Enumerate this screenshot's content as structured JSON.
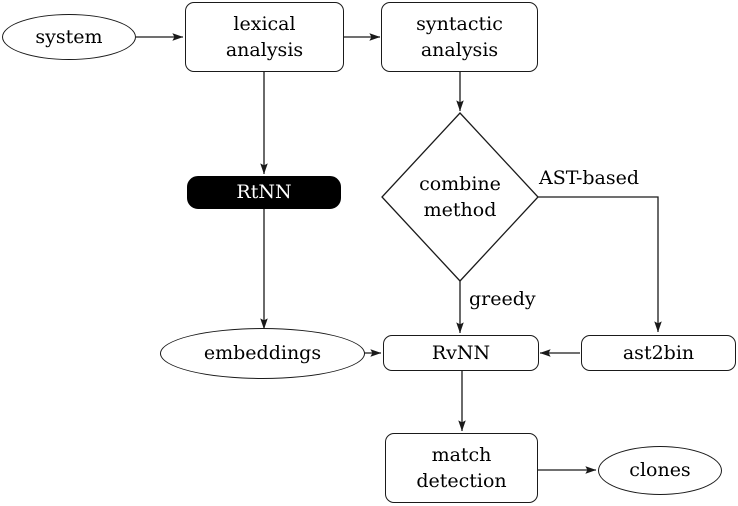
{
  "diagram": {
    "title": "code clone detection pipeline flowchart",
    "colors": {
      "stroke": "#1a1a1a",
      "fill": "#ffffff",
      "highlight_fill": "#000000",
      "highlight_text": "#ffffff",
      "text": "#000000"
    },
    "nodes": [
      {
        "id": "system",
        "label": "system",
        "shape": "ellipse"
      },
      {
        "id": "lexical",
        "label_line1": "lexical",
        "label_line2": "analysis",
        "shape": "rounded-box"
      },
      {
        "id": "syntactic",
        "label_line1": "syntactic",
        "label_line2": "analysis",
        "shape": "rounded-box"
      },
      {
        "id": "rtnn",
        "label": "RtNN",
        "shape": "rounded-box-filled"
      },
      {
        "id": "combine-method",
        "label_line1": "combine",
        "label_line2": "method",
        "shape": "diamond"
      },
      {
        "id": "embeddings",
        "label": "embeddings",
        "shape": "ellipse"
      },
      {
        "id": "rvnn",
        "label": "RvNN",
        "shape": "rounded-box"
      },
      {
        "id": "ast2bin",
        "label": "ast2bin",
        "shape": "rounded-box"
      },
      {
        "id": "match-detection",
        "label_line1": "match",
        "label_line2": "detection",
        "shape": "rounded-box"
      },
      {
        "id": "clones",
        "label": "clones",
        "shape": "ellipse"
      }
    ],
    "edge_labels": {
      "ast_based": "AST-based",
      "greedy": "greedy"
    }
  }
}
